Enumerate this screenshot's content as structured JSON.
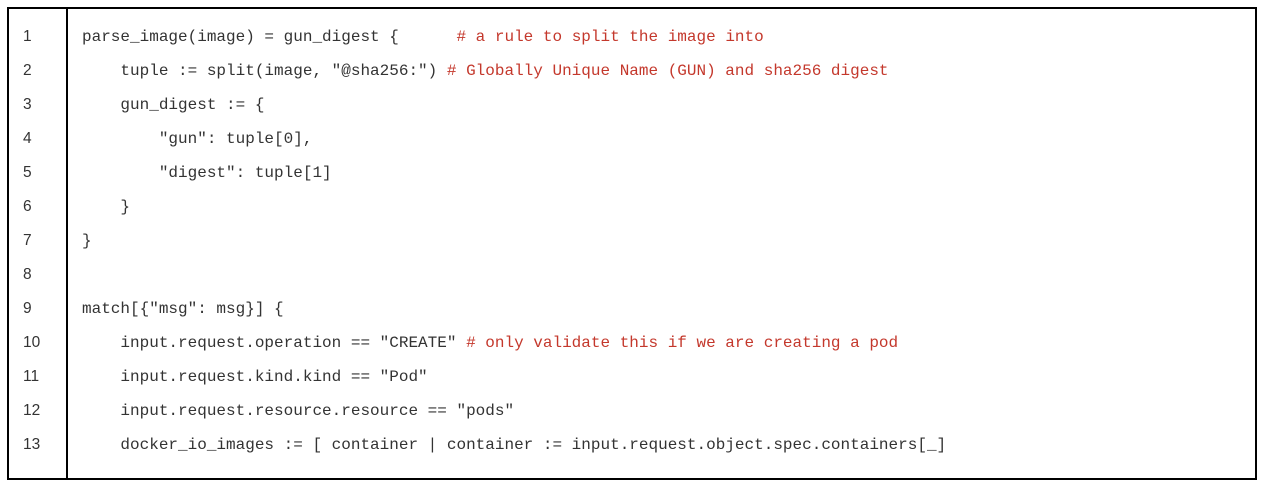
{
  "colors": {
    "code_text": "#333333",
    "comment_text": "#c4382c",
    "border": "#000000",
    "background": "#ffffff"
  },
  "lines": [
    {
      "number": "1",
      "code": "parse_image(image) = gun_digest {      ",
      "comment": "# a rule to split the image into"
    },
    {
      "number": "2",
      "code": "    tuple := split(image, \"@sha256:\") ",
      "comment": "# Globally Unique Name (GUN) and sha256 digest"
    },
    {
      "number": "3",
      "code": "    gun_digest := {",
      "comment": ""
    },
    {
      "number": "4",
      "code": "        \"gun\": tuple[0],",
      "comment": ""
    },
    {
      "number": "5",
      "code": "        \"digest\": tuple[1]",
      "comment": ""
    },
    {
      "number": "6",
      "code": "    }",
      "comment": ""
    },
    {
      "number": "7",
      "code": "}",
      "comment": ""
    },
    {
      "number": "8",
      "code": "",
      "comment": ""
    },
    {
      "number": "9",
      "code": "match[{\"msg\": msg}] {",
      "comment": ""
    },
    {
      "number": "10",
      "code": "    input.request.operation == \"CREATE\" ",
      "comment": "# only validate this if we are creating a pod"
    },
    {
      "number": "11",
      "code": "    input.request.kind.kind == \"Pod\"",
      "comment": ""
    },
    {
      "number": "12",
      "code": "    input.request.resource.resource == \"pods\"",
      "comment": ""
    },
    {
      "number": "13",
      "code": "    docker_io_images := [ container | container := input.request.object.spec.containers[_]",
      "comment": ""
    }
  ]
}
